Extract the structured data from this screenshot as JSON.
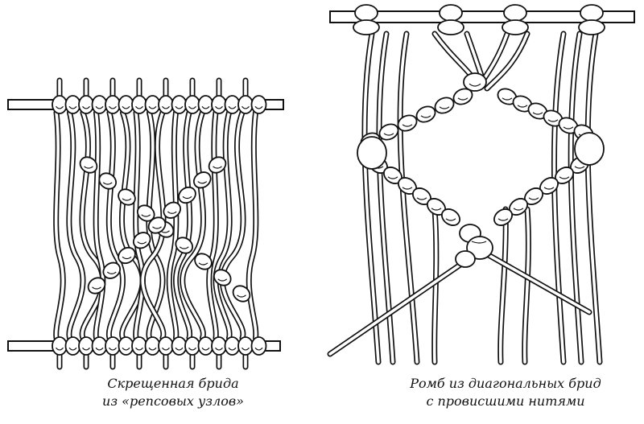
{
  "figures": [
    {
      "id": "crossed-brida",
      "caption_lines": [
        "Скрещенная брида",
        "из «репсовых узлов»"
      ]
    },
    {
      "id": "diagonal-rhombus",
      "caption_lines": [
        "Ромб из диагональных брид",
        "с провисшими нитями"
      ]
    }
  ]
}
